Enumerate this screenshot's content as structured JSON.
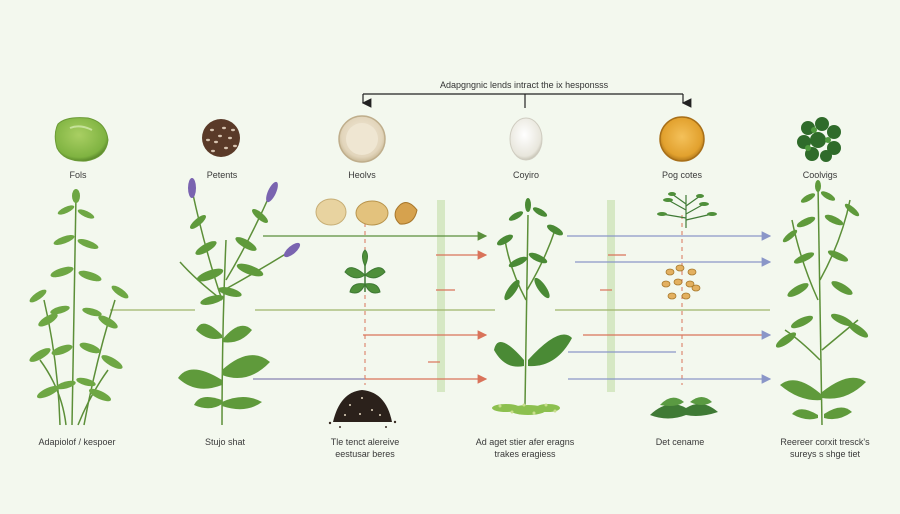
{
  "title": "Adapgngnic lends intract the ix hesponsss",
  "top_labels": [
    "Fols",
    "Petents",
    "Heolvs",
    "Coyiro",
    "Pog cotes",
    "Coolvigs"
  ],
  "bottom_captions": [
    {
      "line1": "Adapiolof / kespoer",
      "line2": ""
    },
    {
      "line1": "Stujo shat",
      "line2": ""
    },
    {
      "line1": "Tle tenct alereive",
      "line2": "eestusar beres"
    },
    {
      "line1": "Ad aget stier afer eragns",
      "line2": "trakes eragiess"
    },
    {
      "line1": "Det cename",
      "line2": ""
    },
    {
      "line1": "Reereer corxit tresck's",
      "line2": "sureys s shge tiet"
    }
  ],
  "icons": [
    "green-stone-icon",
    "seed-pile-icon",
    "cream-bowl-icon",
    "egg-icon",
    "amber-bowl-icon",
    "leafy-cluster-icon"
  ],
  "colors": {
    "green_arrow": "#5a8f3c",
    "red_arrow": "#d9735a",
    "blue_arrow": "#8a96c8",
    "olive_line": "#9fb56a",
    "vertical_band": "#d6e8c4",
    "leaf_dark": "#3f7a35",
    "leaf_light": "#7fb34c",
    "lavender": "#7a64b0"
  }
}
